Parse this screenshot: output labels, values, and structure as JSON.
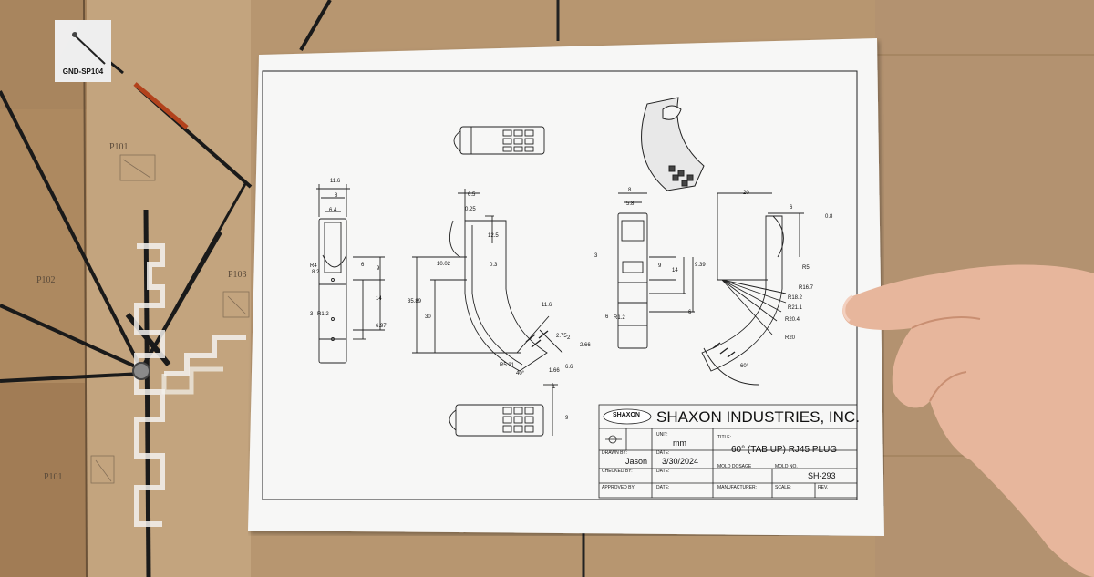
{
  "tag": {
    "label": "GND-SP104"
  },
  "wall_notes": [
    "P101",
    "P102",
    "P103",
    "P101"
  ],
  "title_block": {
    "company": "SHAXON INDUSTRIES, INC.",
    "logo": "SHAXON",
    "unit_label": "UNIT:",
    "unit_value": "mm",
    "title_label": "TITLE:",
    "title_value": "60° (TAB UP) RJ45 PLUG",
    "drawn_by_label": "DRAWN BY:",
    "drawn_by_value": "Jason",
    "date_label": "DATE:",
    "date_value": "3/30/2024",
    "mold_dosage_label": "MOLD DOSAGE",
    "mold_no_label": "MOLD NO.",
    "mold_no_value": "SH-293",
    "checked_by_label": "CHECKED BY:",
    "checked_date_label": "DATE:",
    "approved_by_label": "APPROVED BY:",
    "approved_date_label": "DATE:",
    "manufacturer_label": "MANUFACTURER:",
    "scale_label": "SCALE:",
    "rev_label": "REV."
  },
  "dimensions": {
    "view1": [
      "11.6",
      "8",
      "6.4",
      "R4",
      "8.2",
      "6",
      "9",
      "14",
      "3",
      "R1.2",
      "6.97"
    ],
    "view2": [
      "6.5",
      "0.25",
      "12.5",
      "10.02",
      "0.3",
      "35.89",
      "30",
      "11.6",
      "2.75",
      "2",
      "2.66",
      "R5.21",
      "40°",
      "1.66",
      "6.6"
    ],
    "view3": [
      "8",
      "5.8",
      "3",
      "9",
      "14",
      "6",
      "R1.2",
      "6"
    ],
    "view4": [
      "20",
      "6",
      "0.8",
      "9.39",
      "R5",
      "R16.7",
      "R18.2",
      "R21.1",
      "R20.4",
      "R20",
      "60°"
    ],
    "view5": [
      "1",
      "9"
    ]
  }
}
